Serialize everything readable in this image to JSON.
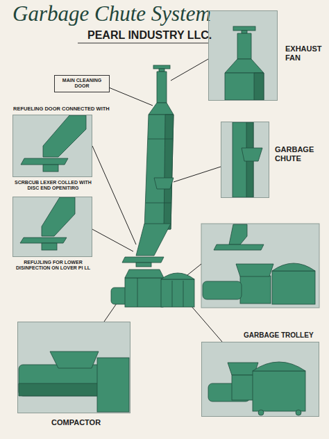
{
  "diagram": {
    "title": "Garbage Chute System",
    "nodes": [
      {
        "text": [
          "EXHAUST FAN"
        ]
      },
      {
        "text": [
          "MAIN CLEANING DOOR"
        ]
      },
      {
        "text": [
          "REFUELING DOOR CONNECTED WITH",
          "SCRBCUB LEXER COLLED WITH DISC END OPENITIRG"
        ]
      },
      {
        "text": [
          "GARBAGE CHUTE"
        ]
      },
      {
        "text": [
          "REFUJLING FOR LOWER DISINFECTION ON LOVER PI LL"
        ]
      },
      {
        "text": [
          "COMPACTOR"
        ]
      },
      {
        "text": [
          "GARBAGE TROLLEY"
        ]
      }
    ],
    "labels": [
      "PEARL INDUSTRY LLC."
    ]
  }
}
